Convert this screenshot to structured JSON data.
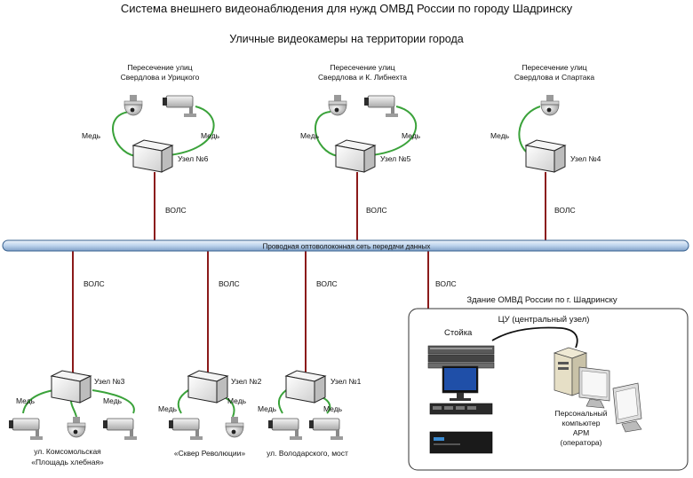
{
  "title": "Система внешнего видеонаблюдения для нужд ОМВД России по городу Шадринску",
  "subtitle": "Уличные видеокамеры на территории города",
  "backbone_label": "Проводная оптоволоконная сеть передачи данных",
  "fiber_label": "ВОЛС",
  "copper_label": "Медь",
  "top_sites": [
    {
      "line1": "Пересечение улиц",
      "line2": "Свердлова и Урицкого",
      "node": "Узел №6"
    },
    {
      "line1": "Пересечение улиц",
      "line2": "Свердлова и К. Либнехта",
      "node": "Узел №5"
    },
    {
      "line1": "Пересечение улиц",
      "line2": "Свердлова и Спартака",
      "node": "Узел №4"
    }
  ],
  "bottom_sites": [
    {
      "node": "Узел №3",
      "line1": "ул. Комсомольская",
      "line2": "«Площадь хлебная»"
    },
    {
      "node": "Узел №2",
      "line1": "«Сквер Революции»",
      "line2": ""
    },
    {
      "node": "Узел №1",
      "line1": "ул. Володарского, мост",
      "line2": ""
    }
  ],
  "building": {
    "title": "Здание ОМВД России по г. Шадринску",
    "center": "ЦУ (центральный узел)",
    "rack": "Стойка",
    "pc_line1": "Персональный",
    "pc_line2": "компьютер",
    "pc_line3": "АРМ",
    "pc_line4": "(оператора)"
  },
  "colors": {
    "fiber": "#8b1a1a",
    "copper": "#3aa23a",
    "backbone": "#c6daf0",
    "backbone_edge": "#37608f"
  }
}
